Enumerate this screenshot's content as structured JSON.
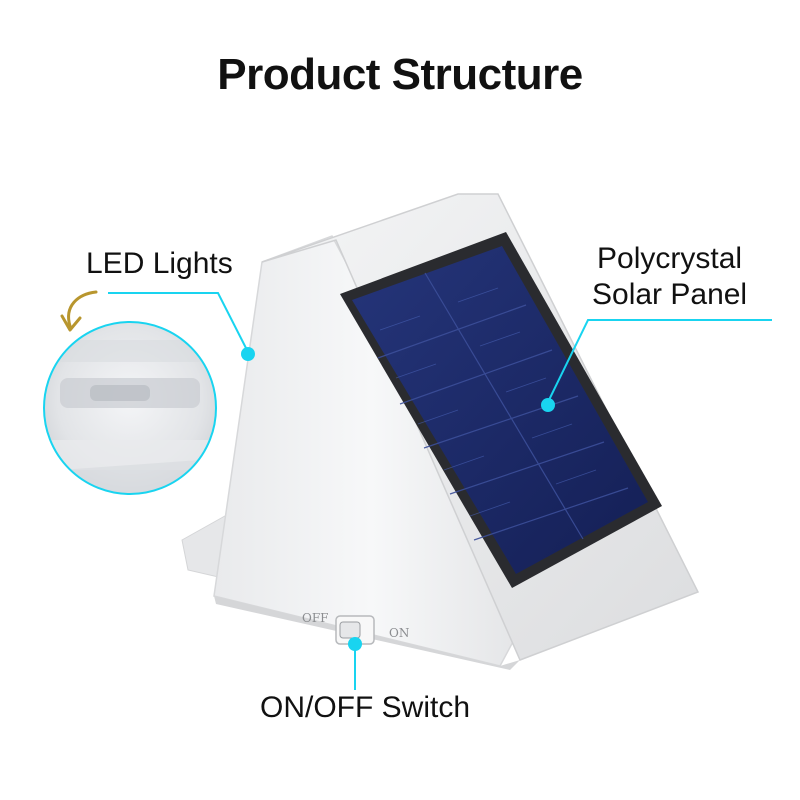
{
  "title": "Product Structure",
  "callouts": {
    "led": {
      "label": "LED Lights"
    },
    "solar": {
      "line1": "Polycrystal",
      "line2": "Solar Panel"
    },
    "switch": {
      "label": "ON/OFF Switch",
      "off_text": "OFF",
      "on_text": "ON"
    }
  },
  "colors": {
    "accent": "#19d4f0",
    "housing": "#f2f3f4",
    "panel_frame": "#2a2b2f",
    "cell_blue": "#1c2d6e",
    "arrow": "#b8962e"
  }
}
